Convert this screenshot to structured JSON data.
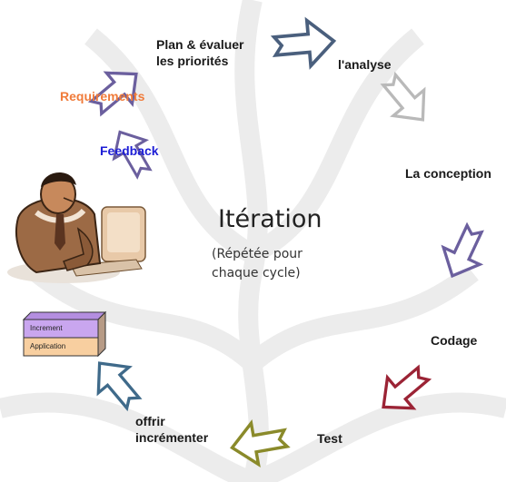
{
  "labels": {
    "plan_line1": "Plan & évaluer",
    "plan_line2": "les priorités",
    "analyse": "l'analyse",
    "conception": "La conception",
    "codage": "Codage",
    "test": "Test",
    "offrir_line1": "offrir",
    "offrir_line2": "incrémenter",
    "requirements": "Requirements",
    "feedback": "Feedback"
  },
  "center": {
    "title": "Itération",
    "subtitle_line1": "(Répétée pour",
    "subtitle_line2": "chaque cycle)"
  },
  "stack": {
    "top": "Increment",
    "bottom": "Application"
  },
  "colors": {
    "arrow_plan": "#4a5f7d",
    "arrow_analyse": "#b9b9b9",
    "arrow_conception": "#6b5f9e",
    "arrow_codage": "#9b2335",
    "arrow_test": "#8a8a2a",
    "arrow_offrir": "#3f6a8a",
    "arrow_requirements": "#6b5f9e",
    "arrow_feedback": "#6b5f9e",
    "requirements_text": "#f07b3a",
    "feedback_text": "#1d1dd6",
    "increment_fill": "#c9a6ef",
    "application_fill": "#f8cfa0"
  }
}
